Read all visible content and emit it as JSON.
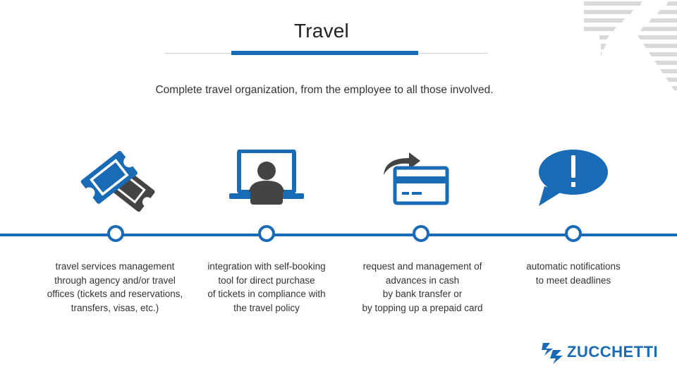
{
  "header": {
    "title": "Travel",
    "subtitle": "Complete travel organization, from the employee to all those involved."
  },
  "colors": {
    "accent": "#1a6bb5",
    "dark_icon": "#444444",
    "decor_gray": "#d9d9d9"
  },
  "steps": [
    {
      "icon": "ticket-icon",
      "lines": [
        "travel services management",
        "through agency and/or travel",
        "offices (tickets and reservations,",
        "transfers, visas, etc.)"
      ]
    },
    {
      "icon": "laptop-user-icon",
      "lines": [
        "integration with self-booking",
        "tool for direct purchase",
        "of tickets in compliance with",
        "the travel policy"
      ]
    },
    {
      "icon": "credit-card-transfer-icon",
      "lines": [
        "request and management of",
        "advances in cash",
        "by bank transfer or",
        "by topping up a prepaid card"
      ]
    },
    {
      "icon": "notification-bubble-icon",
      "lines": [
        "automatic notifications",
        "to meet deadlines"
      ]
    }
  ],
  "brand": {
    "logo_text": "ZUCCHETTI"
  }
}
